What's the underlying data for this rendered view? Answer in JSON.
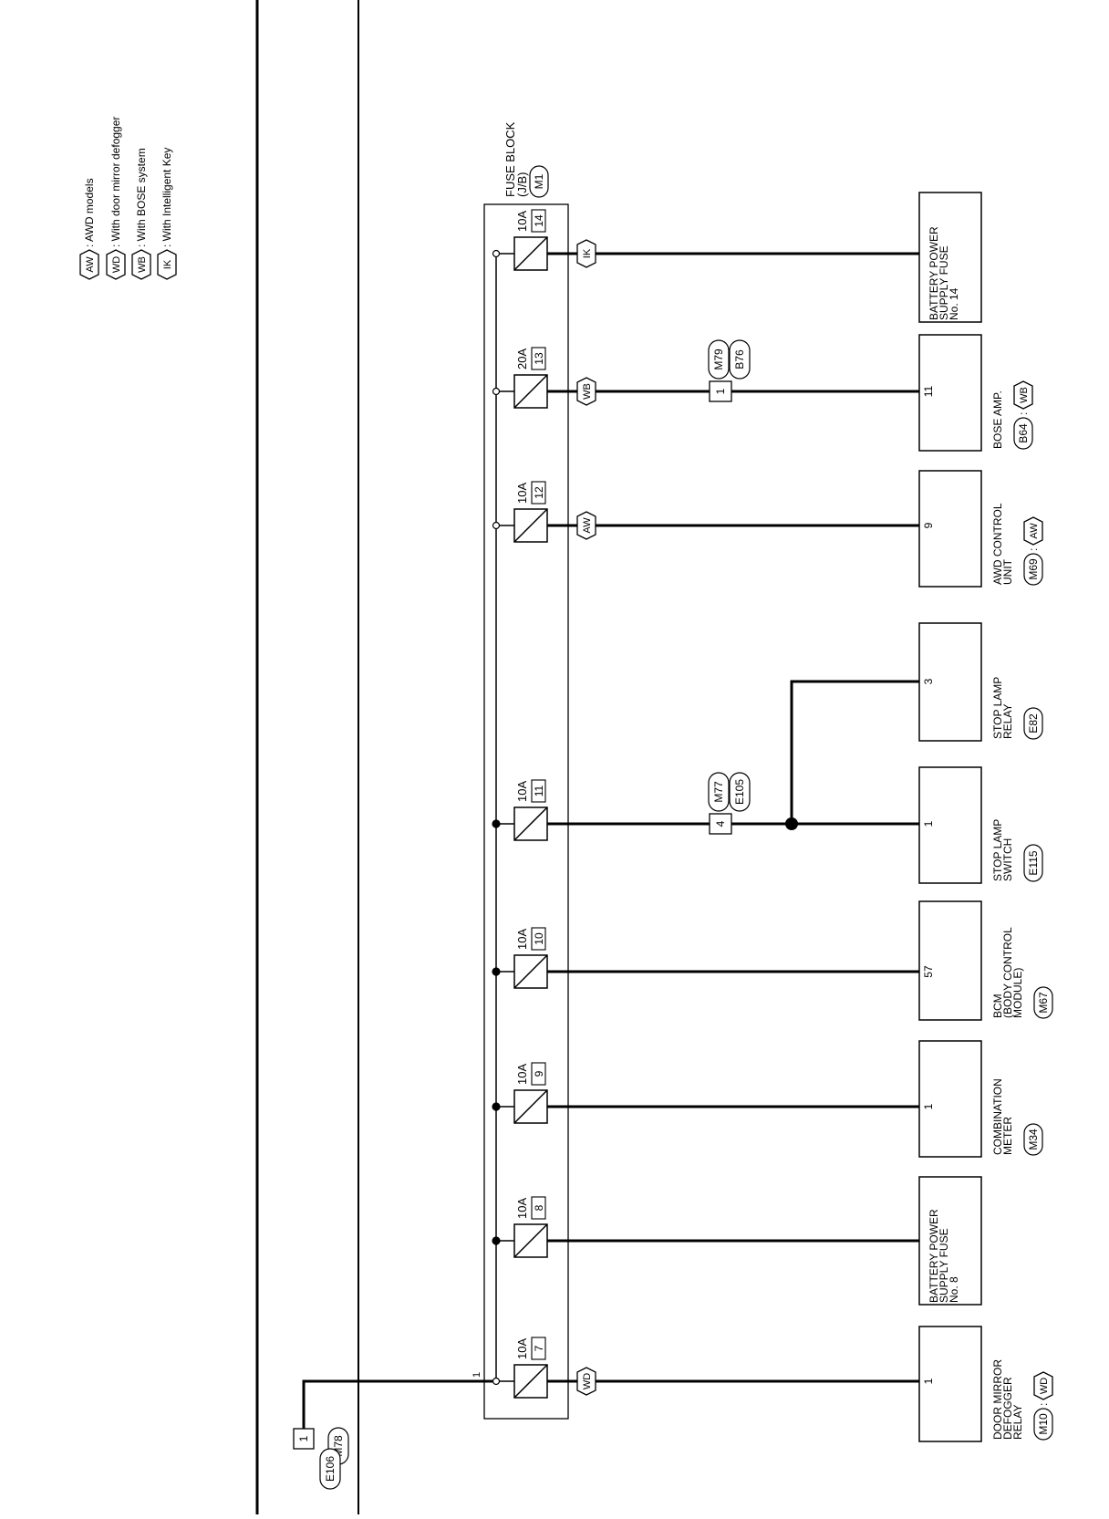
{
  "legend": [
    {
      "code": "AW",
      "text": ": AWD models"
    },
    {
      "code": "WD",
      "text": ": With door mirror defogger"
    },
    {
      "code": "WB",
      "text": ": With BOSE system"
    },
    {
      "code": "IK",
      "text": ": With Intelligent Key"
    }
  ],
  "fuse_block": {
    "title_lines": [
      "FUSE BLOCK",
      "(J/B)"
    ],
    "connector": "M1",
    "input_pin": "1"
  },
  "input_connector": {
    "pin": "1",
    "left_code": "M78",
    "right_code": "E106"
  },
  "fuses": [
    {
      "amp": "10A",
      "num": "7",
      "option": "WD"
    },
    {
      "amp": "10A",
      "num": "8",
      "option": ""
    },
    {
      "amp": "10A",
      "num": "9",
      "option": ""
    },
    {
      "amp": "10A",
      "num": "10",
      "option": ""
    },
    {
      "amp": "10A",
      "num": "11",
      "option": ""
    },
    {
      "amp": "10A",
      "num": "12",
      "option": "AW"
    },
    {
      "amp": "20A",
      "num": "13",
      "option": "WB"
    },
    {
      "amp": "10A",
      "num": "14",
      "option": "IK"
    }
  ],
  "inline_connectors": [
    {
      "pin": "4",
      "top_code": "M77",
      "bottom_code": "E105"
    },
    {
      "pin": "1",
      "top_code": "M79",
      "bottom_code": "B76"
    }
  ],
  "components": [
    {
      "pin": "1",
      "name_lines": [
        "DOOR MIRROR",
        "DEFOGGER",
        "RELAY"
      ],
      "connector": "M10",
      "option": "WD"
    },
    {
      "pin": "",
      "name_lines": [
        "BATTERY POWER",
        "SUPPLY FUSE",
        "No. 8"
      ],
      "connector": "",
      "option": ""
    },
    {
      "pin": "1",
      "name_lines": [
        "COMBINATION",
        "METER"
      ],
      "connector": "M34",
      "option": ""
    },
    {
      "pin": "57",
      "name_lines": [
        "BCM",
        "(BODY CONTROL",
        "MODULE)"
      ],
      "connector": "M67",
      "option": ""
    },
    {
      "pin": "1",
      "name_lines": [
        "STOP LAMP",
        "SWITCH"
      ],
      "connector": "E115",
      "option": ""
    },
    {
      "pin": "3",
      "name_lines": [
        "STOP LAMP",
        "RELAY"
      ],
      "connector": "E82",
      "option": ""
    },
    {
      "pin": "9",
      "name_lines": [
        "AWD CONTROL",
        "UNIT"
      ],
      "connector": "M69",
      "option": "AW"
    },
    {
      "pin": "11",
      "name_lines": [
        "BOSE AMP."
      ],
      "connector": "B64",
      "option": "WB"
    },
    {
      "pin": "",
      "name_lines": [
        "BATTERY POWER",
        "SUPPLY FUSE",
        "No. 14"
      ],
      "connector": "",
      "option": ""
    }
  ]
}
